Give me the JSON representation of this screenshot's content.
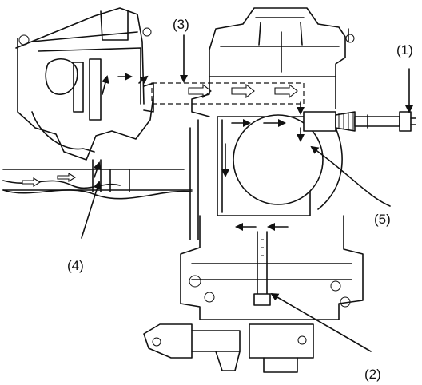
{
  "callouts": {
    "c1": "(1)",
    "c2": "(2)",
    "c3": "(3)",
    "c4": "(4)",
    "c5": "(5)"
  }
}
